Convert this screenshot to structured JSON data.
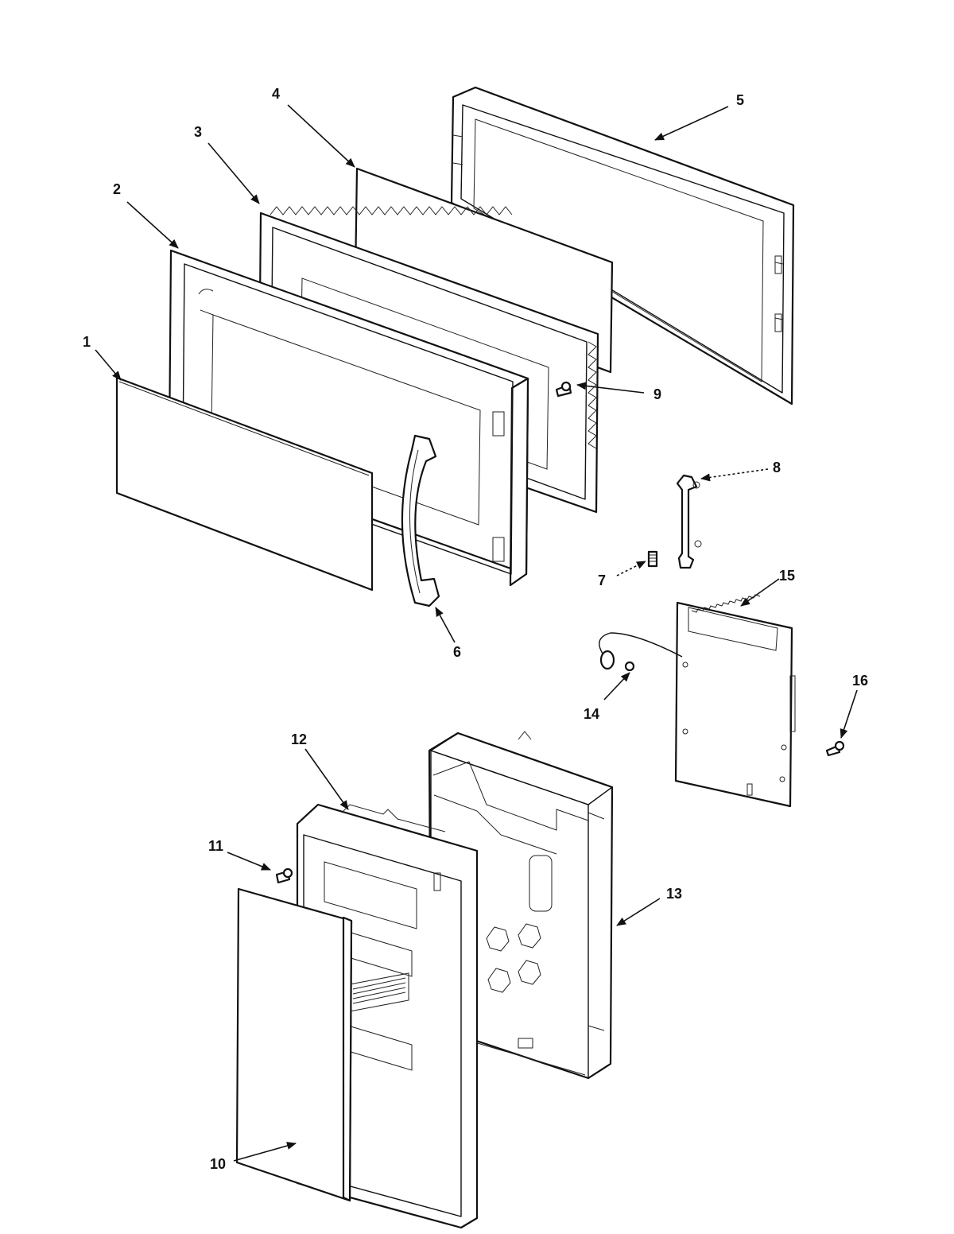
{
  "callouts": {
    "c1": "1",
    "c2": "2",
    "c3": "3",
    "c4": "4",
    "c5": "5",
    "c6": "6",
    "c7": "7",
    "c8": "8",
    "c9": "9",
    "c10": "10",
    "c11": "11",
    "c12": "12",
    "c13": "13",
    "c14": "14",
    "c15": "15",
    "c16": "16"
  },
  "colors": {
    "line": "#111111",
    "background": "#ffffff"
  }
}
